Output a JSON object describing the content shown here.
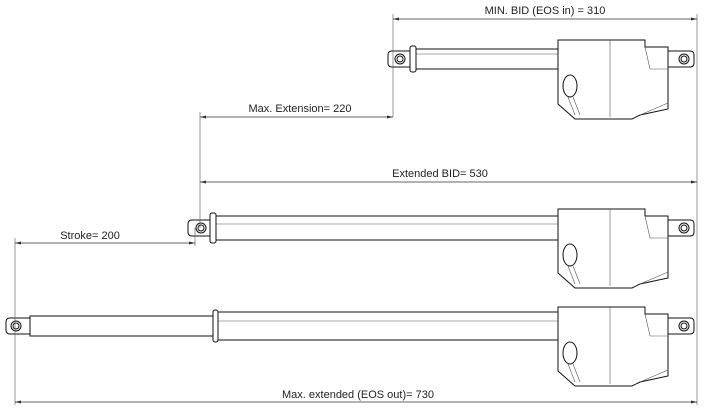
{
  "diagram": {
    "dimensions": [
      {
        "id": "min_bid",
        "label": "MIN. BID (EOS in) = 310"
      },
      {
        "id": "max_extension",
        "label": "Max. Extension= 220"
      },
      {
        "id": "extended_bid",
        "label": "Extended BID= 530"
      },
      {
        "id": "stroke",
        "label": "Stroke= 200"
      },
      {
        "id": "max_extended",
        "label": "Max. extended (EOS out)= 730"
      }
    ],
    "actuators": [
      {
        "state": "retracted"
      },
      {
        "state": "extended"
      },
      {
        "state": "max-extended"
      }
    ]
  }
}
